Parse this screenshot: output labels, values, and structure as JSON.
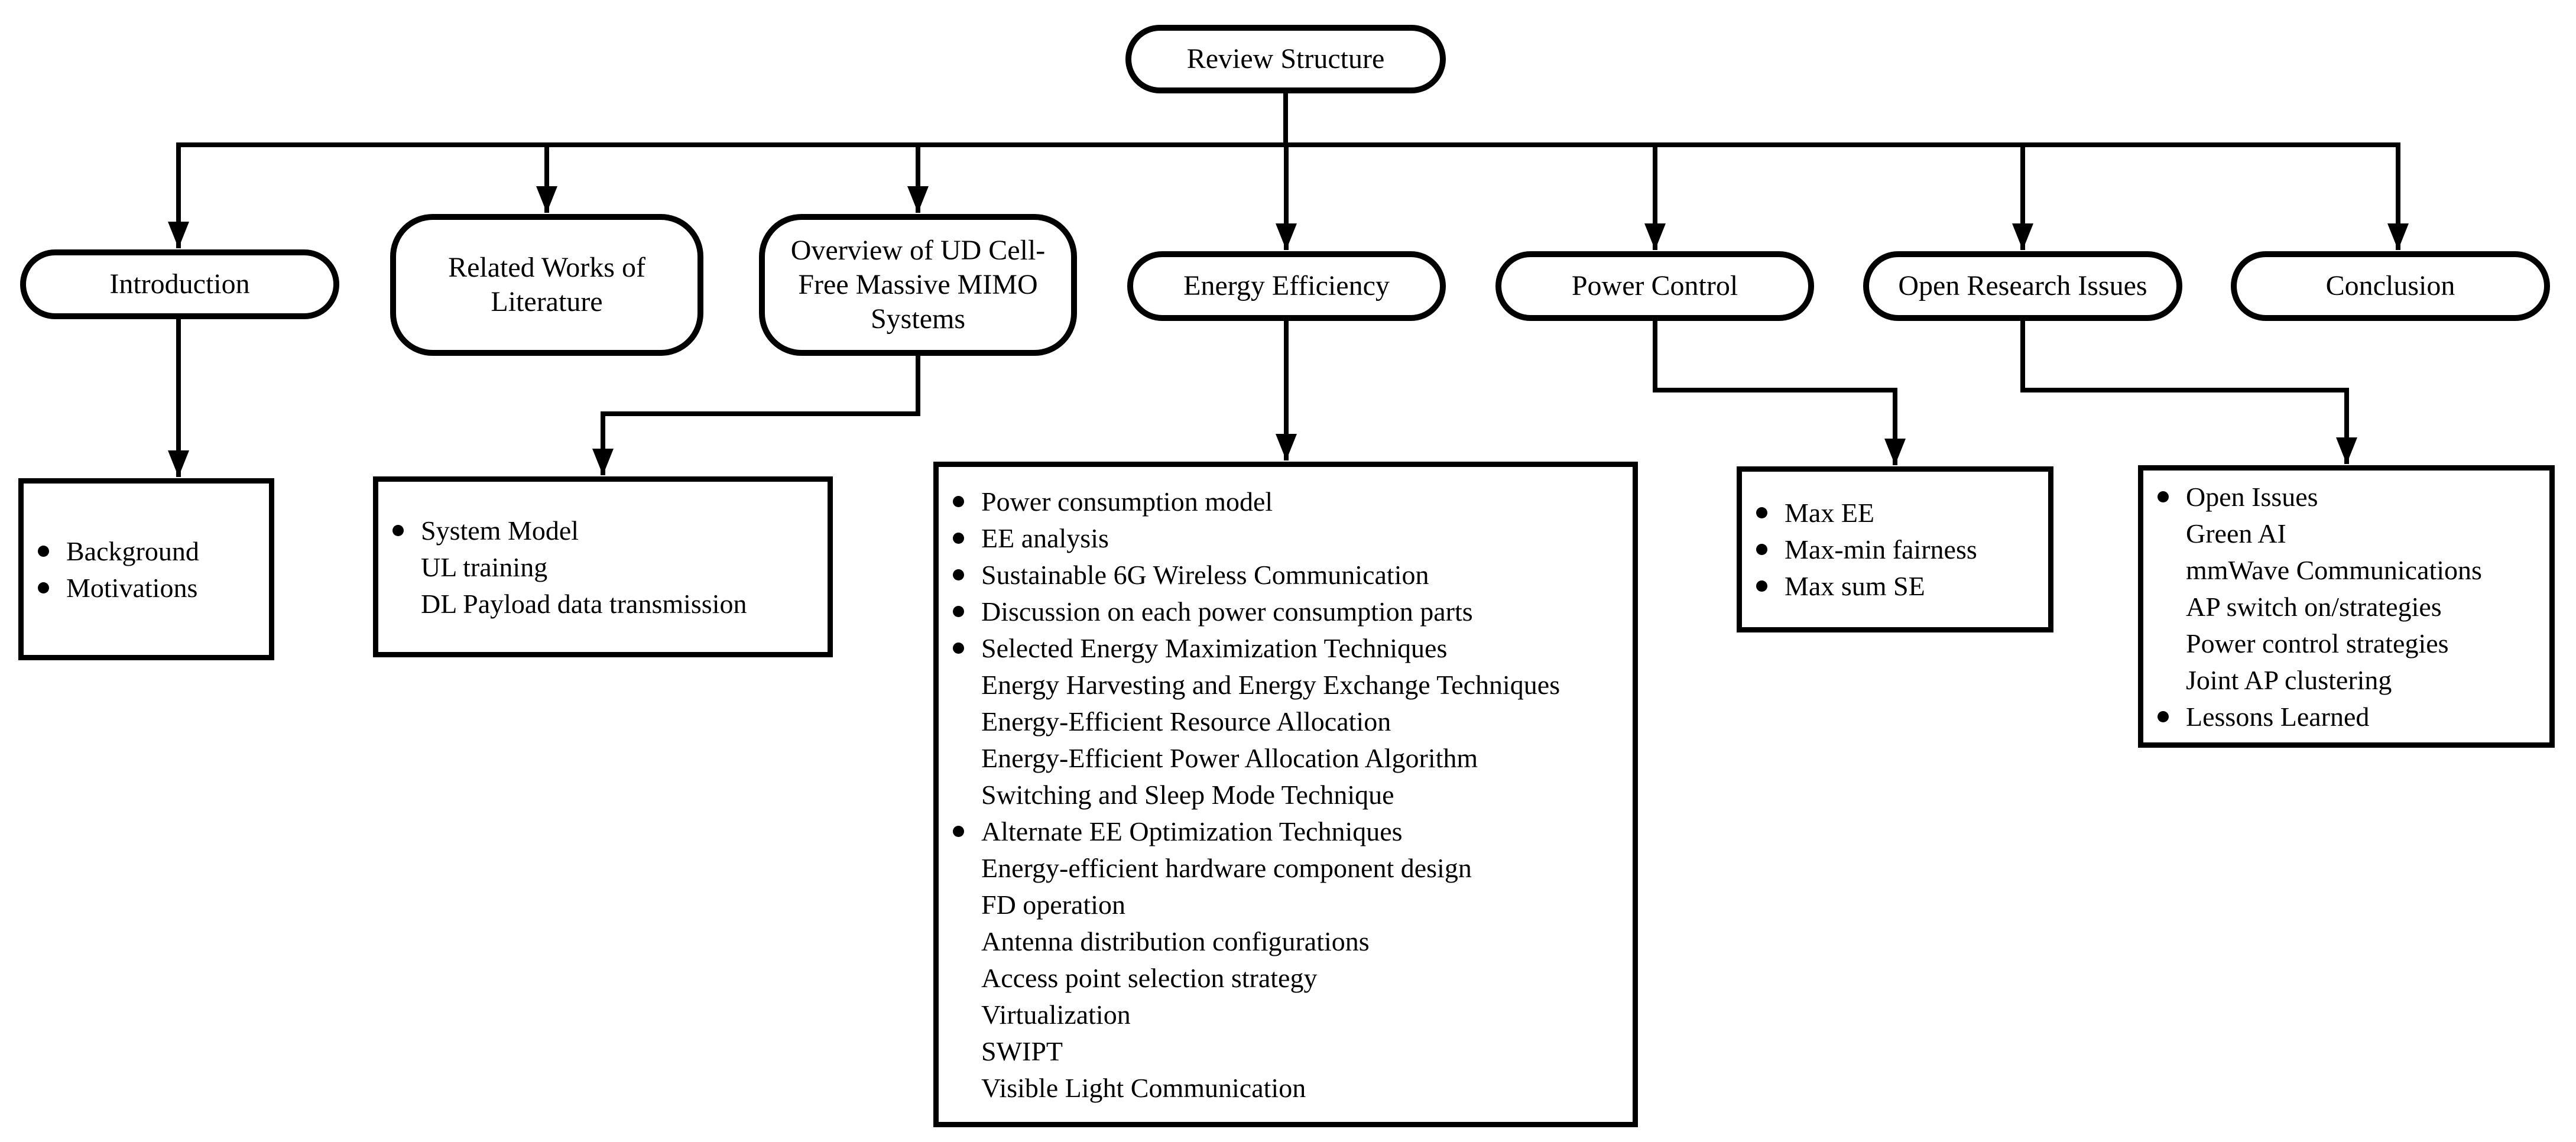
{
  "root": {
    "label": "Review Structure"
  },
  "branches": [
    {
      "label": "Introduction"
    },
    {
      "label": "Related Works of Literature"
    },
    {
      "label": "Overview of UD Cell-Free Massive MIMO Systems"
    },
    {
      "label": "Energy Efficiency"
    },
    {
      "label": "Power Control"
    },
    {
      "label": "Open Research Issues"
    },
    {
      "label": "Conclusion"
    }
  ],
  "details": {
    "introduction": {
      "items": [
        {
          "bullet": true,
          "text": "Background"
        },
        {
          "bullet": true,
          "text": "Motivations"
        }
      ]
    },
    "overview": {
      "items": [
        {
          "bullet": true,
          "text": "System Model"
        },
        {
          "bullet": false,
          "text": "UL training"
        },
        {
          "bullet": false,
          "text": "DL Payload data transmission"
        }
      ]
    },
    "energy_efficiency": {
      "items": [
        {
          "bullet": true,
          "text": "Power consumption model"
        },
        {
          "bullet": true,
          "text": "EE analysis"
        },
        {
          "bullet": true,
          "text": "Sustainable 6G Wireless Communication"
        },
        {
          "bullet": true,
          "text": "Discussion on each power consumption parts"
        },
        {
          "bullet": true,
          "text": "Selected Energy Maximization Techniques"
        },
        {
          "bullet": false,
          "text": "Energy Harvesting and Energy Exchange Techniques"
        },
        {
          "bullet": false,
          "text": "Energy-Efficient Resource Allocation"
        },
        {
          "bullet": false,
          "text": "Energy-Efficient Power Allocation Algorithm"
        },
        {
          "bullet": false,
          "text": "Switching and Sleep Mode Technique"
        },
        {
          "bullet": true,
          "text": "Alternate EE Optimization Techniques"
        },
        {
          "bullet": false,
          "text": "Energy-efficient hardware component design"
        },
        {
          "bullet": false,
          "text": "FD operation"
        },
        {
          "bullet": false,
          "text": "Antenna distribution configurations"
        },
        {
          "bullet": false,
          "text": "Access point selection strategy"
        },
        {
          "bullet": false,
          "text": "Virtualization"
        },
        {
          "bullet": false,
          "text": "SWIPT"
        },
        {
          "bullet": false,
          "text": "Visible Light Communication"
        }
      ]
    },
    "power_control": {
      "items": [
        {
          "bullet": true,
          "text": "Max EE"
        },
        {
          "bullet": true,
          "text": "Max-min fairness"
        },
        {
          "bullet": true,
          "text": "Max sum SE"
        }
      ]
    },
    "open_research": {
      "items": [
        {
          "bullet": true,
          "text": "Open Issues"
        },
        {
          "bullet": false,
          "text": "Green AI"
        },
        {
          "bullet": false,
          "text": "mmWave Communications"
        },
        {
          "bullet": false,
          "text": "AP switch on/strategies"
        },
        {
          "bullet": false,
          "text": "Power control strategies"
        },
        {
          "bullet": false,
          "text": "Joint AP clustering"
        },
        {
          "bullet": true,
          "text": "Lessons Learned"
        }
      ]
    }
  },
  "colors": {
    "line": "#000000",
    "background": "#ffffff"
  }
}
